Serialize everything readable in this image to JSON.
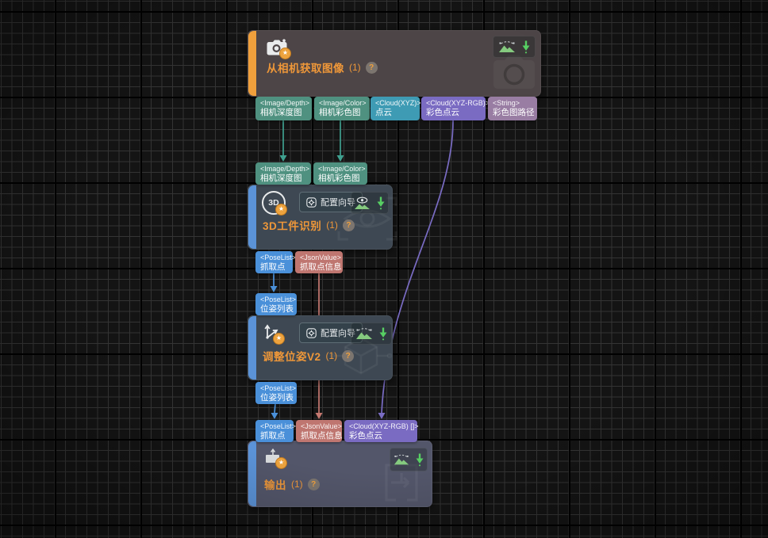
{
  "app": {
    "type_label": "vision-pipeline-node-graph"
  },
  "wizard_button": {
    "label": "配置向导"
  },
  "icons": {
    "star": "★",
    "help": "?"
  },
  "edge_colors": {
    "image": "#3fa08f",
    "pose": "#4a90d9",
    "json": "#c4776f",
    "cloud_rgb": "#7a6cc4"
  },
  "node_colors": {
    "camera_body": "#4d4547",
    "slate_body": "#3e4853",
    "output_body": "#53566a",
    "camera_accent": "#f0a03c",
    "default_accent": "#5b93d8",
    "title_text": "#ee9739"
  },
  "nodes": {
    "camera": {
      "title": "从相机获取图像",
      "count": "(1)",
      "help": "?",
      "outputs": [
        {
          "type": "<Image/Depth>",
          "label": "相机深度图",
          "color": "#4f9180"
        },
        {
          "type": "<Image/Color>",
          "label": "相机彩色图",
          "color": "#4f9180"
        },
        {
          "type": "<Cloud(XYZ)>",
          "label": "点云",
          "color": "#3e9bb4"
        },
        {
          "type": "<Cloud(XYZ-RGB)>",
          "label": "彩色点云",
          "color": "#7a6bc2"
        },
        {
          "type": "<String>",
          "label": "彩色图路径",
          "color": "#997da3"
        }
      ]
    },
    "recognition": {
      "title": "3D工件识别",
      "count": "(1)",
      "help": "?",
      "icon_text": "3D",
      "inputs": [
        {
          "type": "<Image/Depth>",
          "label": "相机深度图",
          "color": "#4f9180"
        },
        {
          "type": "<Image/Color>",
          "label": "相机彩色图",
          "color": "#4f9180"
        }
      ],
      "outputs": [
        {
          "type": "<PoseList>",
          "label": "抓取点",
          "color": "#4a90d9"
        },
        {
          "type": "<JsonValue>",
          "label": "抓取点信息",
          "color": "#bf7670"
        }
      ]
    },
    "adjust": {
      "title": "调整位姿V2",
      "count": "(1)",
      "help": "?",
      "inputs": [
        {
          "type": "<PoseList>",
          "label": "位姿列表",
          "color": "#4a90d9"
        }
      ],
      "outputs": [
        {
          "type": "<PoseList>",
          "label": "位姿列表",
          "color": "#4a90d9"
        }
      ]
    },
    "output": {
      "title": "输出",
      "count": "(1)",
      "help": "?",
      "inputs": [
        {
          "type": "<PoseList>",
          "label": "抓取点",
          "color": "#4a90d9"
        },
        {
          "type": "<JsonValue>",
          "label": "抓取点信息",
          "color": "#bf7670"
        },
        {
          "type": "<Cloud(XYZ-RGB) []>",
          "label": "彩色点云",
          "color": "#7a6bc2"
        }
      ]
    }
  }
}
